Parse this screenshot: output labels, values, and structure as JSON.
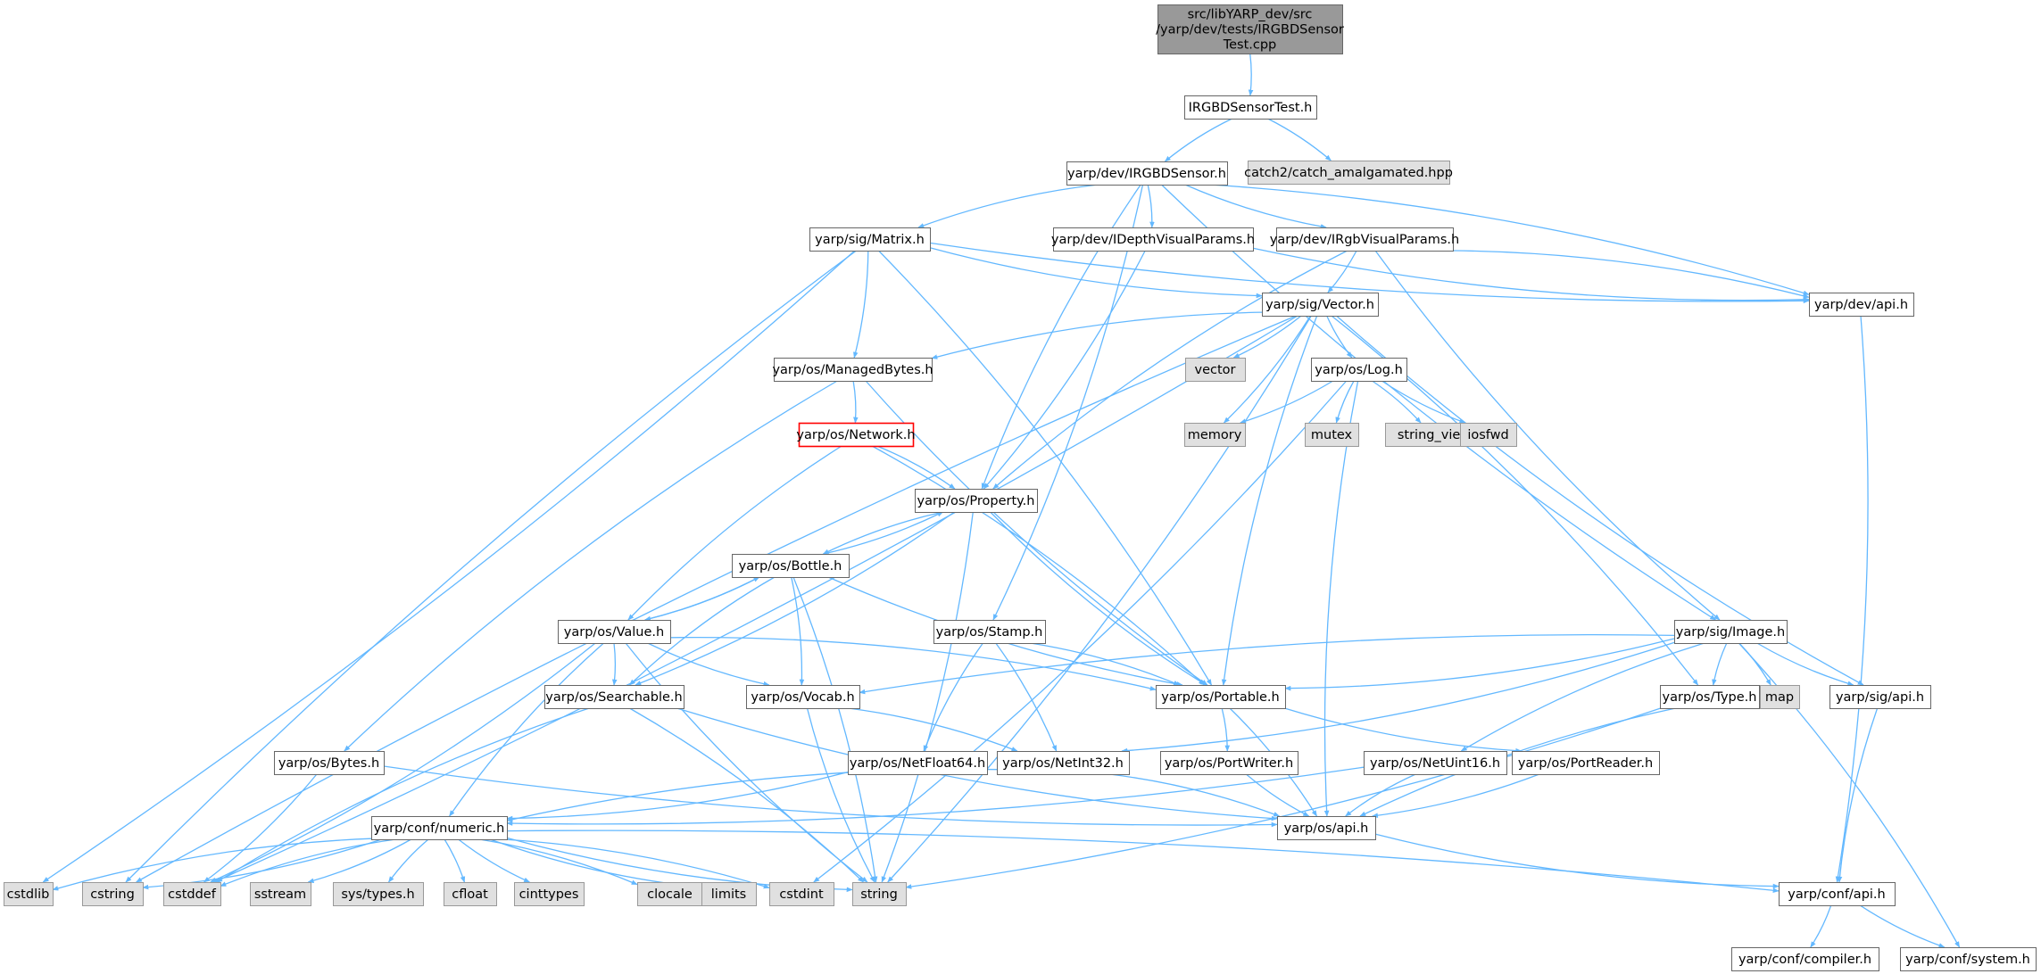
{
  "colors": {
    "edge": "#63b8ff",
    "node_border": "#666666",
    "node_fill": "#ffffff",
    "system_fill": "#e0e0e0",
    "system_border": "#999999",
    "root_fill": "#999999",
    "root_border": "#666666",
    "highlight_border": "#ff0000"
  },
  "nodes": [
    {
      "id": "root",
      "lines": [
        "src/libYARP_dev/src",
        "/yarp/dev/tests/IRGBDSensor",
        "Test.cpp"
      ],
      "kind": "root"
    },
    {
      "id": "irgbdsensortest_h",
      "lines": [
        "IRGBDSensorTest.h"
      ],
      "kind": "normal"
    },
    {
      "id": "catch2",
      "lines": [
        "catch2/catch_amalgamated.hpp"
      ],
      "kind": "system"
    },
    {
      "id": "dev_irgbdsensor",
      "lines": [
        "yarp/dev/IRGBDSensor.h"
      ],
      "kind": "normal"
    },
    {
      "id": "sig_matrix",
      "lines": [
        "yarp/sig/Matrix.h"
      ],
      "kind": "normal"
    },
    {
      "id": "dev_idepth",
      "lines": [
        "yarp/dev/IDepthVisualParams.h"
      ],
      "kind": "normal"
    },
    {
      "id": "dev_irgbvisual",
      "lines": [
        "yarp/dev/IRgbVisualParams.h"
      ],
      "kind": "normal"
    },
    {
      "id": "dev_api",
      "lines": [
        "yarp/dev/api.h"
      ],
      "kind": "normal"
    },
    {
      "id": "sig_vector",
      "lines": [
        "yarp/sig/Vector.h"
      ],
      "kind": "normal"
    },
    {
      "id": "os_managedbytes",
      "lines": [
        "yarp/os/ManagedBytes.h"
      ],
      "kind": "normal"
    },
    {
      "id": "vector",
      "lines": [
        "vector"
      ],
      "kind": "system"
    },
    {
      "id": "os_log",
      "lines": [
        "yarp/os/Log.h"
      ],
      "kind": "normal"
    },
    {
      "id": "memory",
      "lines": [
        "memory"
      ],
      "kind": "system"
    },
    {
      "id": "mutex",
      "lines": [
        "mutex"
      ],
      "kind": "system"
    },
    {
      "id": "string_view",
      "lines": [
        "string_view"
      ],
      "kind": "system"
    },
    {
      "id": "iosfwd",
      "lines": [
        "iosfwd"
      ],
      "kind": "system"
    },
    {
      "id": "os_network",
      "lines": [
        "yarp/os/Network.h"
      ],
      "kind": "highlight"
    },
    {
      "id": "os_property",
      "lines": [
        "yarp/os/Property.h"
      ],
      "kind": "normal"
    },
    {
      "id": "os_bottle",
      "lines": [
        "yarp/os/Bottle.h"
      ],
      "kind": "normal"
    },
    {
      "id": "os_value",
      "lines": [
        "yarp/os/Value.h"
      ],
      "kind": "normal"
    },
    {
      "id": "os_stamp",
      "lines": [
        "yarp/os/Stamp.h"
      ],
      "kind": "normal"
    },
    {
      "id": "sig_image",
      "lines": [
        "yarp/sig/Image.h"
      ],
      "kind": "normal"
    },
    {
      "id": "os_searchable",
      "lines": [
        "yarp/os/Searchable.h"
      ],
      "kind": "normal"
    },
    {
      "id": "os_vocab",
      "lines": [
        "yarp/os/Vocab.h"
      ],
      "kind": "normal"
    },
    {
      "id": "os_portable",
      "lines": [
        "yarp/os/Portable.h"
      ],
      "kind": "normal"
    },
    {
      "id": "os_type",
      "lines": [
        "yarp/os/Type.h"
      ],
      "kind": "normal"
    },
    {
      "id": "map",
      "lines": [
        "map"
      ],
      "kind": "system"
    },
    {
      "id": "sig_api",
      "lines": [
        "yarp/sig/api.h"
      ],
      "kind": "normal"
    },
    {
      "id": "os_bytes",
      "lines": [
        "yarp/os/Bytes.h"
      ],
      "kind": "normal"
    },
    {
      "id": "os_netfloat64",
      "lines": [
        "yarp/os/NetFloat64.h"
      ],
      "kind": "normal"
    },
    {
      "id": "os_netint32",
      "lines": [
        "yarp/os/NetInt32.h"
      ],
      "kind": "normal"
    },
    {
      "id": "os_portwriter",
      "lines": [
        "yarp/os/PortWriter.h"
      ],
      "kind": "normal"
    },
    {
      "id": "os_netuint16",
      "lines": [
        "yarp/os/NetUint16.h"
      ],
      "kind": "normal"
    },
    {
      "id": "os_portreader",
      "lines": [
        "yarp/os/PortReader.h"
      ],
      "kind": "normal"
    },
    {
      "id": "conf_numeric",
      "lines": [
        "yarp/conf/numeric.h"
      ],
      "kind": "normal"
    },
    {
      "id": "os_api",
      "lines": [
        "yarp/os/api.h"
      ],
      "kind": "normal"
    },
    {
      "id": "cstdlib",
      "lines": [
        "cstdlib"
      ],
      "kind": "system"
    },
    {
      "id": "cstring",
      "lines": [
        "cstring"
      ],
      "kind": "system"
    },
    {
      "id": "cstddef",
      "lines": [
        "cstddef"
      ],
      "kind": "system"
    },
    {
      "id": "sstream",
      "lines": [
        "sstream"
      ],
      "kind": "system"
    },
    {
      "id": "sys_types",
      "lines": [
        "sys/types.h"
      ],
      "kind": "system"
    },
    {
      "id": "cfloat",
      "lines": [
        "cfloat"
      ],
      "kind": "system"
    },
    {
      "id": "cinttypes",
      "lines": [
        "cinttypes"
      ],
      "kind": "system"
    },
    {
      "id": "clocale",
      "lines": [
        "clocale"
      ],
      "kind": "system"
    },
    {
      "id": "limits",
      "lines": [
        "limits"
      ],
      "kind": "system"
    },
    {
      "id": "cstdint",
      "lines": [
        "cstdint"
      ],
      "kind": "system"
    },
    {
      "id": "string",
      "lines": [
        "string"
      ],
      "kind": "system"
    },
    {
      "id": "conf_api",
      "lines": [
        "yarp/conf/api.h"
      ],
      "kind": "normal"
    },
    {
      "id": "conf_compiler",
      "lines": [
        "yarp/conf/compiler.h"
      ],
      "kind": "normal"
    },
    {
      "id": "conf_system",
      "lines": [
        "yarp/conf/system.h"
      ],
      "kind": "normal"
    }
  ],
  "edges": [
    [
      "root",
      "irgbdsensortest_h"
    ],
    [
      "irgbdsensortest_h",
      "dev_irgbdsensor"
    ],
    [
      "irgbdsensortest_h",
      "catch2"
    ],
    [
      "dev_irgbdsensor",
      "sig_matrix"
    ],
    [
      "dev_irgbdsensor",
      "dev_idepth"
    ],
    [
      "dev_irgbdsensor",
      "dev_irgbvisual"
    ],
    [
      "dev_irgbdsensor",
      "dev_api"
    ],
    [
      "dev_irgbdsensor",
      "os_property"
    ],
    [
      "dev_irgbdsensor",
      "os_stamp"
    ],
    [
      "dev_irgbdsensor",
      "sig_image"
    ],
    [
      "sig_matrix",
      "cstdlib"
    ],
    [
      "sig_matrix",
      "cstring"
    ],
    [
      "sig_matrix",
      "os_managedbytes"
    ],
    [
      "sig_matrix",
      "sig_vector"
    ],
    [
      "sig_matrix",
      "os_portable"
    ],
    [
      "sig_matrix",
      "dev_api"
    ],
    [
      "dev_idepth",
      "os_property"
    ],
    [
      "dev_idepth",
      "dev_api"
    ],
    [
      "dev_irgbvisual",
      "sig_vector"
    ],
    [
      "dev_irgbvisual",
      "os_property"
    ],
    [
      "dev_irgbvisual",
      "dev_api"
    ],
    [
      "dev_irgbvisual",
      "sig_image"
    ],
    [
      "dev_api",
      "conf_api"
    ],
    [
      "sig_vector",
      "cstring"
    ],
    [
      "sig_vector",
      "cstddef"
    ],
    [
      "sig_vector",
      "os_managedbytes"
    ],
    [
      "sig_vector",
      "vector"
    ],
    [
      "sig_vector",
      "os_log"
    ],
    [
      "sig_vector",
      "memory"
    ],
    [
      "sig_vector",
      "os_portable"
    ],
    [
      "sig_vector",
      "os_type"
    ],
    [
      "sig_vector",
      "sig_api"
    ],
    [
      "sig_vector",
      "string"
    ],
    [
      "os_managedbytes",
      "os_bytes"
    ],
    [
      "os_managedbytes",
      "os_network"
    ],
    [
      "os_managedbytes",
      "os_portable"
    ],
    [
      "os_log",
      "memory"
    ],
    [
      "os_log",
      "mutex"
    ],
    [
      "os_log",
      "string_view"
    ],
    [
      "os_log",
      "iosfwd"
    ],
    [
      "os_log",
      "cstdint"
    ],
    [
      "os_log",
      "os_api"
    ],
    [
      "os_network",
      "os_property"
    ],
    [
      "os_network",
      "os_value"
    ],
    [
      "os_network",
      "os_portable"
    ],
    [
      "os_property",
      "os_bottle"
    ],
    [
      "os_property",
      "os_searchable"
    ],
    [
      "os_property",
      "os_portable"
    ],
    [
      "os_property",
      "string"
    ],
    [
      "os_bottle",
      "os_property"
    ],
    [
      "os_bottle",
      "os_value"
    ],
    [
      "os_bottle",
      "os_searchable"
    ],
    [
      "os_bottle",
      "os_vocab"
    ],
    [
      "os_bottle",
      "os_portable"
    ],
    [
      "os_bottle",
      "string"
    ],
    [
      "os_value",
      "os_bottle"
    ],
    [
      "os_value",
      "os_searchable"
    ],
    [
      "os_value",
      "os_vocab"
    ],
    [
      "os_value",
      "os_portable"
    ],
    [
      "os_value",
      "conf_numeric"
    ],
    [
      "os_value",
      "cstddef"
    ],
    [
      "os_value",
      "string"
    ],
    [
      "os_stamp",
      "os_portable"
    ],
    [
      "os_stamp",
      "os_netfloat64"
    ],
    [
      "os_stamp",
      "os_netint32"
    ],
    [
      "sig_image",
      "os_vocab"
    ],
    [
      "sig_image",
      "os_portable"
    ],
    [
      "sig_image",
      "os_type"
    ],
    [
      "sig_image",
      "map"
    ],
    [
      "sig_image",
      "sig_api"
    ],
    [
      "sig_image",
      "os_netint32"
    ],
    [
      "sig_image",
      "os_netuint16"
    ],
    [
      "sig_image",
      "conf_system"
    ],
    [
      "os_searchable",
      "cstddef"
    ],
    [
      "os_searchable",
      "string"
    ],
    [
      "os_searchable",
      "os_api"
    ],
    [
      "os_vocab",
      "os_netint32"
    ],
    [
      "os_vocab",
      "string"
    ],
    [
      "os_portable",
      "os_portwriter"
    ],
    [
      "os_portable",
      "os_portreader"
    ],
    [
      "os_portable",
      "os_api"
    ],
    [
      "os_type",
      "os_api"
    ],
    [
      "os_type",
      "string"
    ],
    [
      "sig_api",
      "conf_api"
    ],
    [
      "os_bytes",
      "cstddef"
    ],
    [
      "os_bytes",
      "os_api"
    ],
    [
      "os_netfloat64",
      "conf_numeric"
    ],
    [
      "os_netint32",
      "conf_numeric"
    ],
    [
      "os_netint32",
      "os_api"
    ],
    [
      "os_portwriter",
      "os_api"
    ],
    [
      "os_netuint16",
      "conf_numeric"
    ],
    [
      "os_netuint16",
      "os_api"
    ],
    [
      "os_portreader",
      "os_api"
    ],
    [
      "conf_numeric",
      "cstdlib"
    ],
    [
      "conf_numeric",
      "cstring"
    ],
    [
      "conf_numeric",
      "cstddef"
    ],
    [
      "conf_numeric",
      "sstream"
    ],
    [
      "conf_numeric",
      "sys_types"
    ],
    [
      "conf_numeric",
      "cfloat"
    ],
    [
      "conf_numeric",
      "cinttypes"
    ],
    [
      "conf_numeric",
      "clocale"
    ],
    [
      "conf_numeric",
      "limits"
    ],
    [
      "conf_numeric",
      "cstdint"
    ],
    [
      "conf_numeric",
      "string"
    ],
    [
      "conf_numeric",
      "conf_api"
    ],
    [
      "os_api",
      "conf_api"
    ],
    [
      "conf_api",
      "conf_compiler"
    ],
    [
      "conf_api",
      "conf_system"
    ]
  ]
}
